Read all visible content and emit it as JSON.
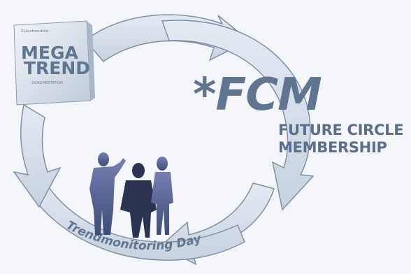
{
  "book": {
    "header_text": "Zukunftsinstitut",
    "title_line1": "MEGA",
    "title_line2": "TREND",
    "subtitle": "DOKUMENTATION"
  },
  "fcm": {
    "mark": "*FCM",
    "line1": "FUTURE CIRCLE",
    "line2": "MEMBERSHIP"
  },
  "cycle": {
    "curved_label": "Trendmonitoring Day"
  },
  "colors": {
    "background": "#f4f6f9",
    "arrow_fill": "#d6dee9",
    "arrow_stroke": "#7e90a8",
    "accent": "#5f7590",
    "silhouette": "#5b6a9a"
  }
}
